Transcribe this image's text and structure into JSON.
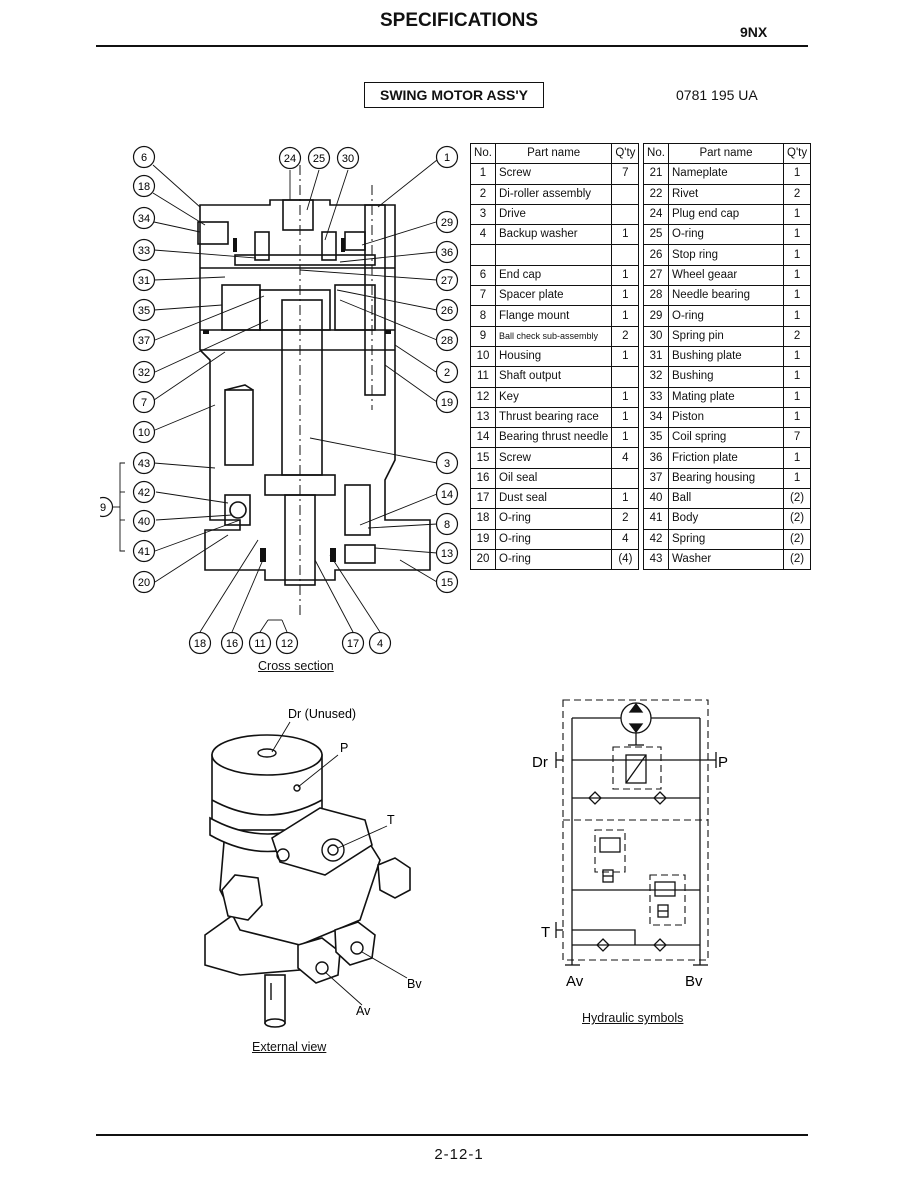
{
  "header": {
    "title": "SPECIFICATIONS",
    "model": "9NX"
  },
  "section": {
    "assembly_title": "SWING MOTOR ASS'Y",
    "part_number": "0781 195 UA"
  },
  "table_headers": {
    "no": "No.",
    "part_name": "Part name",
    "qty": "Q'ty"
  },
  "parts_left": [
    {
      "no": "1",
      "name": "Screw",
      "qty": "7"
    },
    {
      "no": "2",
      "name": "Di-roller assembly",
      "qty": ""
    },
    {
      "no": "3",
      "name": "Drive",
      "qty": ""
    },
    {
      "no": "4",
      "name": "Backup washer",
      "qty": "1"
    },
    {
      "no": "",
      "name": "",
      "qty": ""
    },
    {
      "no": "6",
      "name": "End cap",
      "qty": "1"
    },
    {
      "no": "7",
      "name": "Spacer plate",
      "qty": "1"
    },
    {
      "no": "8",
      "name": "Flange mount",
      "qty": "1"
    },
    {
      "no": "9",
      "name": "Ball check sub-assembly",
      "qty": "2"
    },
    {
      "no": "10",
      "name": "Housing",
      "qty": "1"
    },
    {
      "no": "11",
      "name": "Shaft output",
      "qty": ""
    },
    {
      "no": "12",
      "name": "Key",
      "qty": "1"
    },
    {
      "no": "13",
      "name": "Thrust bearing race",
      "qty": "1"
    },
    {
      "no": "14",
      "name": "Bearing thrust needle",
      "qty": "1"
    },
    {
      "no": "15",
      "name": "Screw",
      "qty": "4"
    },
    {
      "no": "16",
      "name": "Oil seal",
      "qty": ""
    },
    {
      "no": "17",
      "name": "Dust seal",
      "qty": "1"
    },
    {
      "no": "18",
      "name": "O-ring",
      "qty": "2"
    },
    {
      "no": "19",
      "name": "O-ring",
      "qty": "4"
    },
    {
      "no": "20",
      "name": "O-ring",
      "qty": "(4)"
    }
  ],
  "parts_right": [
    {
      "no": "21",
      "name": "Nameplate",
      "qty": "1"
    },
    {
      "no": "22",
      "name": "Rivet",
      "qty": "2"
    },
    {
      "no": "24",
      "name": "Plug end cap",
      "qty": "1"
    },
    {
      "no": "25",
      "name": "O-ring",
      "qty": "1"
    },
    {
      "no": "26",
      "name": "Stop ring",
      "qty": "1"
    },
    {
      "no": "27",
      "name": "Wheel geaar",
      "qty": "1"
    },
    {
      "no": "28",
      "name": "Needle bearing",
      "qty": "1"
    },
    {
      "no": "29",
      "name": "O-ring",
      "qty": "1"
    },
    {
      "no": "30",
      "name": "Spring pin",
      "qty": "2"
    },
    {
      "no": "31",
      "name": "Bushing plate",
      "qty": "1"
    },
    {
      "no": "32",
      "name": "Bushing",
      "qty": "1"
    },
    {
      "no": "33",
      "name": "Mating plate",
      "qty": "1"
    },
    {
      "no": "34",
      "name": "Piston",
      "qty": "1"
    },
    {
      "no": "35",
      "name": "Coil spring",
      "qty": "7"
    },
    {
      "no": "36",
      "name": "Friction plate",
      "qty": "1"
    },
    {
      "no": "37",
      "name": "Bearing housing",
      "qty": "1"
    },
    {
      "no": "40",
      "name": "Ball",
      "qty": "(2)"
    },
    {
      "no": "41",
      "name": "Body",
      "qty": "(2)"
    },
    {
      "no": "42",
      "name": "Spring",
      "qty": "(2)"
    },
    {
      "no": "43",
      "name": "Washer",
      "qty": "(2)"
    }
  ],
  "cross_section": {
    "caption": "Cross section",
    "callouts_top": [
      "24",
      "25",
      "30"
    ],
    "callouts_left": [
      "6",
      "18",
      "34",
      "33",
      "31",
      "35",
      "37",
      "32",
      "7",
      "10",
      "43",
      "42",
      "40",
      "41",
      "20"
    ],
    "callouts_right": [
      "1",
      "29",
      "36",
      "27",
      "26",
      "28",
      "2",
      "19",
      "3",
      "14",
      "8",
      "13",
      "15"
    ],
    "callouts_bottom": [
      "18",
      "16",
      "11",
      "12",
      "17",
      "4"
    ],
    "callout_group": "9"
  },
  "external_view": {
    "caption": "External view",
    "labels": {
      "dr": "Dr (Unused)",
      "p": "P",
      "t": "T",
      "bv": "Bv",
      "av": "Av"
    }
  },
  "hydraulic": {
    "caption": "Hydraulic symbols",
    "labels": {
      "dr": "Dr",
      "p": "P",
      "t": "T",
      "av": "Av",
      "bv": "Bv"
    }
  },
  "footer": {
    "page": "2-12-1"
  }
}
